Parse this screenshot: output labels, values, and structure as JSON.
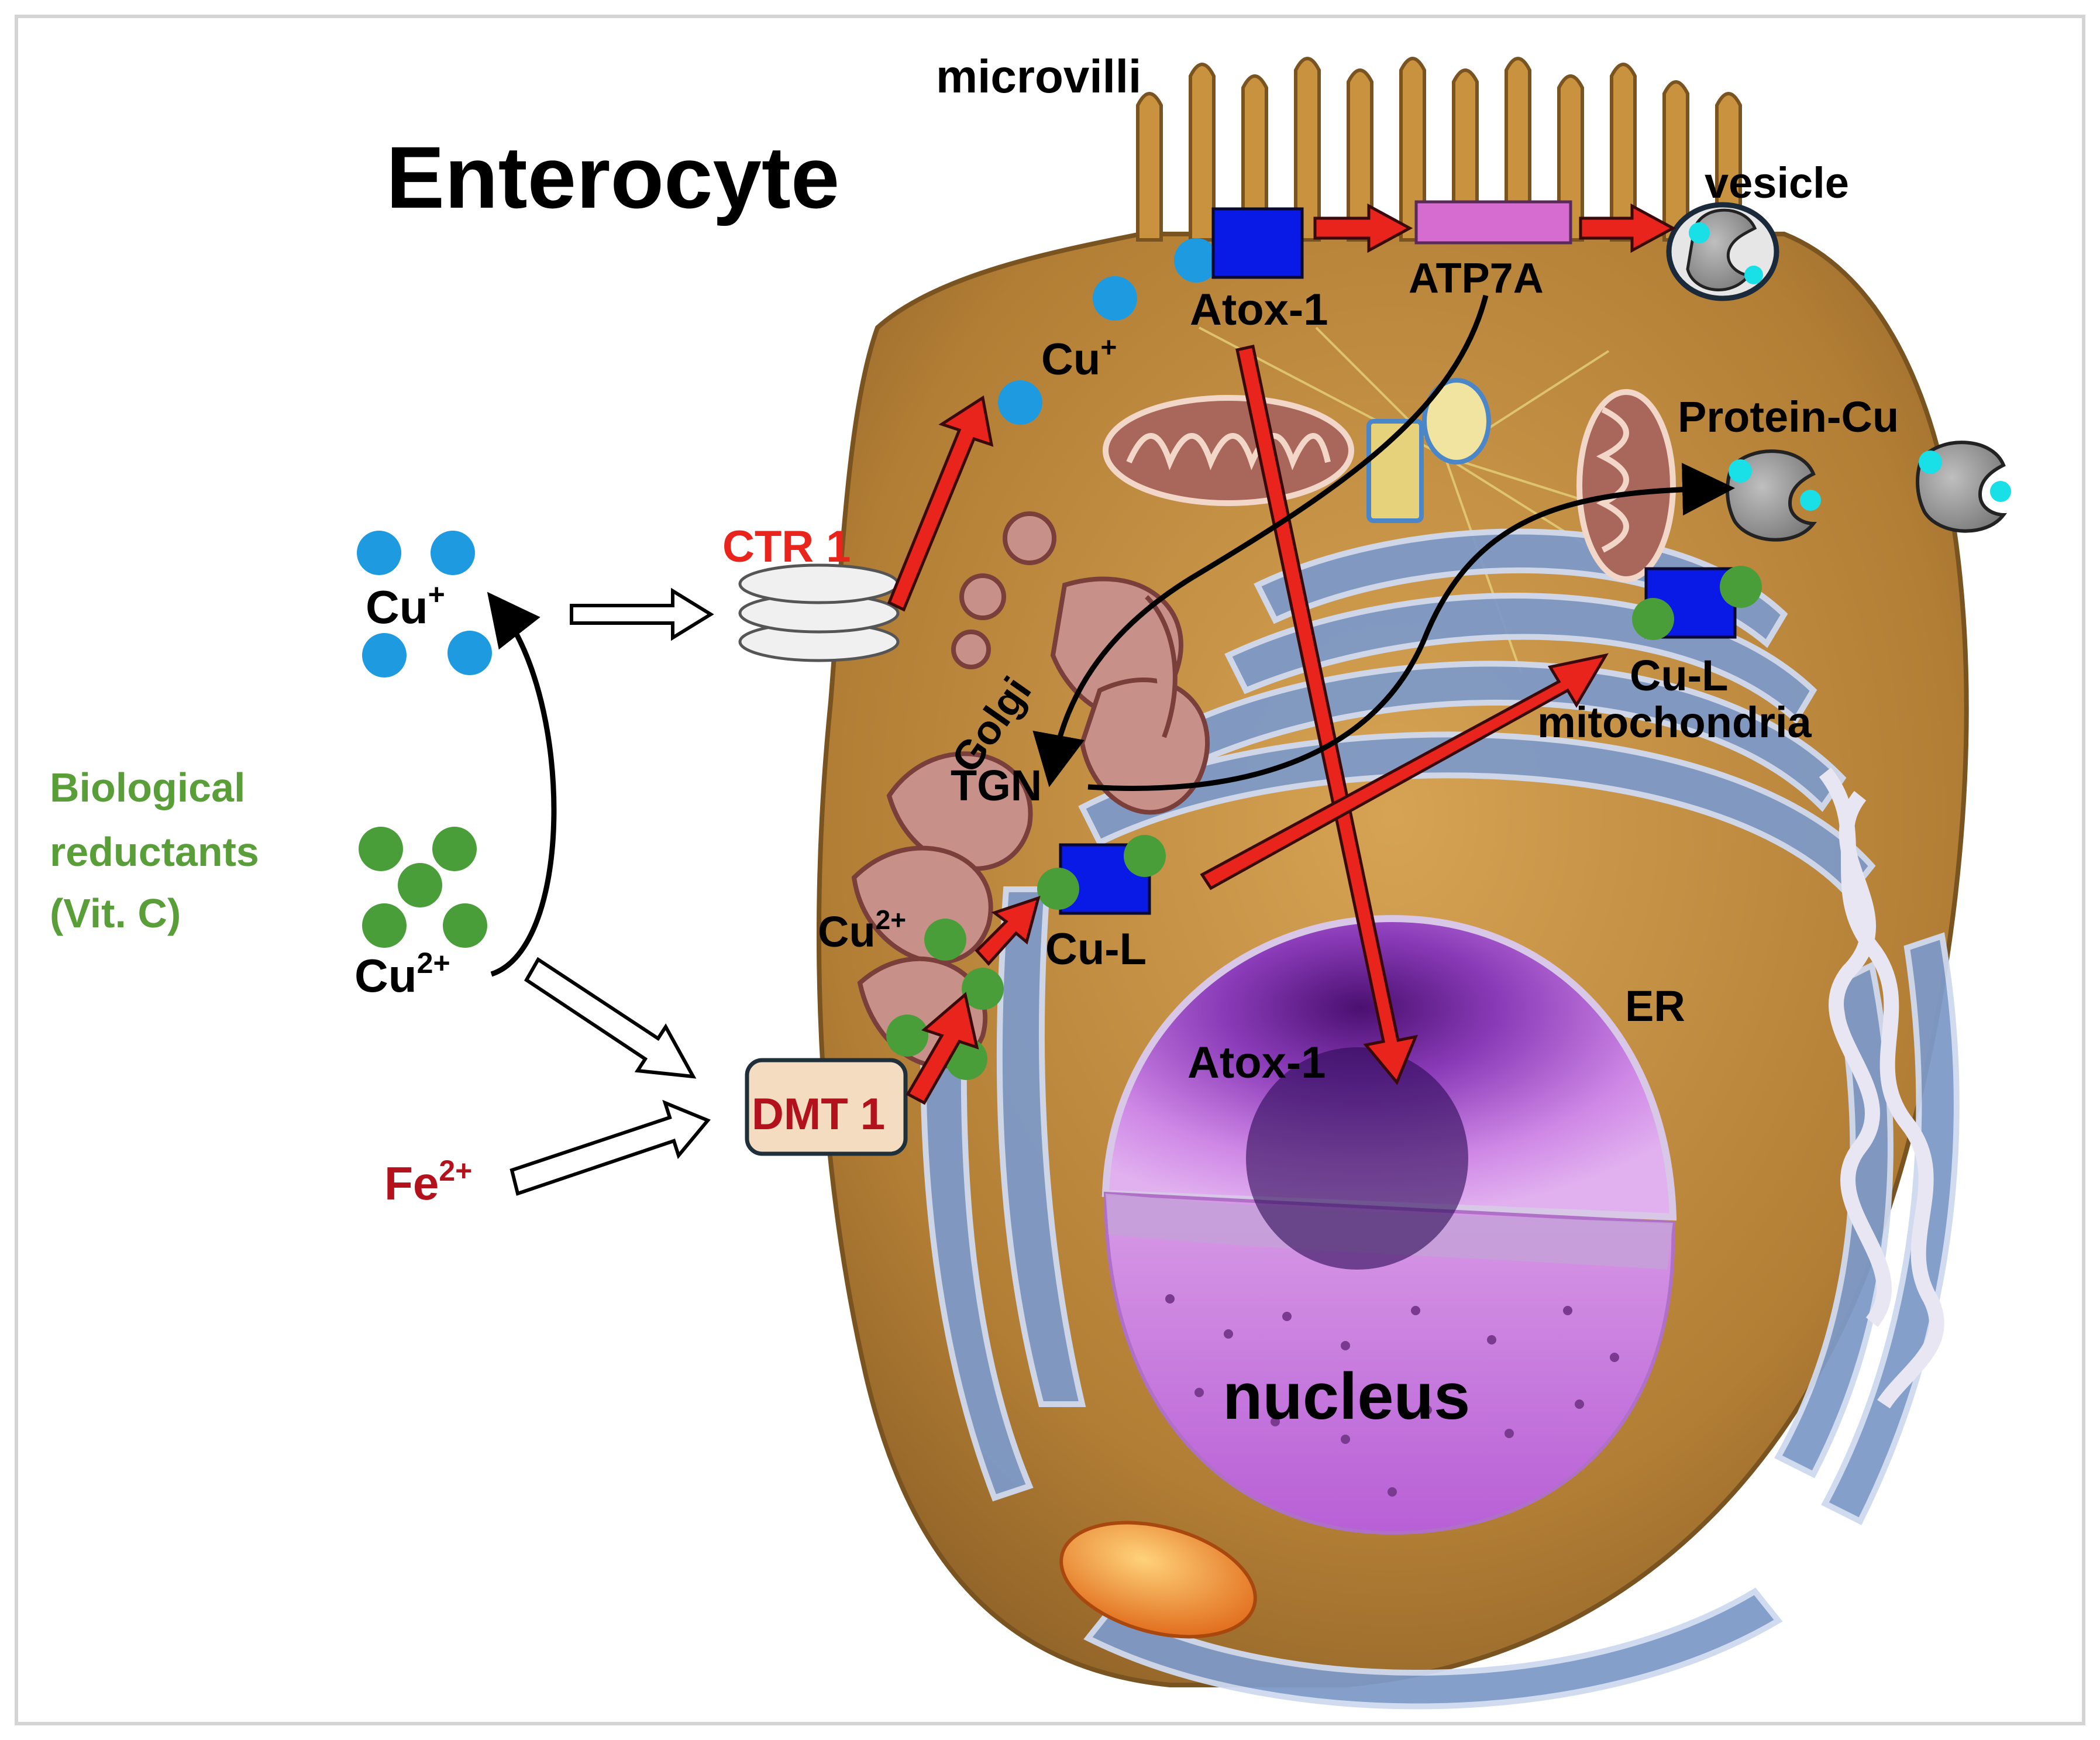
{
  "figure": {
    "title": "Enterocyte",
    "labels": {
      "microvilli": "microvilli",
      "vesicle": "vesicle",
      "atox1_top": "Atox-1",
      "atp7a": "ATP7A",
      "cu_plus_cell": "Cu",
      "cu_plus_cell_sup": "+",
      "protein_cu": "Protein-Cu",
      "ctr1": "CTR 1",
      "cu_plus_ext": "Cu",
      "cu_plus_ext_sup": "+",
      "golgi": "Golgi",
      "tgn": "TGN",
      "cu_l_mito": "Cu-L",
      "mitochondria": "mitochondria",
      "bio_reductants_1": "Biological",
      "bio_reductants_2": "reductants",
      "bio_reductants_3": "(Vit. C)",
      "cu2_cell": "Cu",
      "cu2_cell_sup": "2+",
      "cu_l_er": "Cu-L",
      "cu2_ext": "Cu",
      "cu2_ext_sup": "2+",
      "er": "ER",
      "atox1_nucleus": "Atox-1",
      "dmt1": "DMT 1",
      "fe2": "Fe",
      "fe2_sup": "2+",
      "nucleus": "nucleus"
    },
    "colors": {
      "cu_plus": "#1e9be0",
      "cu2_plus": "#4a9e3a",
      "transport_arrow": "#e8241c",
      "ctr1_label": "#e8241c",
      "dmt1_label": "#b3121c",
      "fe_label": "#b3121c",
      "reductant_label": "#5a9e3a",
      "atox1_box": "#0a1ae6",
      "atp7a_box": "#d66bd0",
      "dmt1_box": "#f4dcc0",
      "cytoplasm": "#c8923f",
      "nucleus": "#c77fe0",
      "er": "#7e9ac7"
    },
    "icons": {
      "protein_cu": "protein-cu-icon",
      "vesicle": "vesicle-icon",
      "ctr1": "ctr1-transporter-icon"
    }
  }
}
